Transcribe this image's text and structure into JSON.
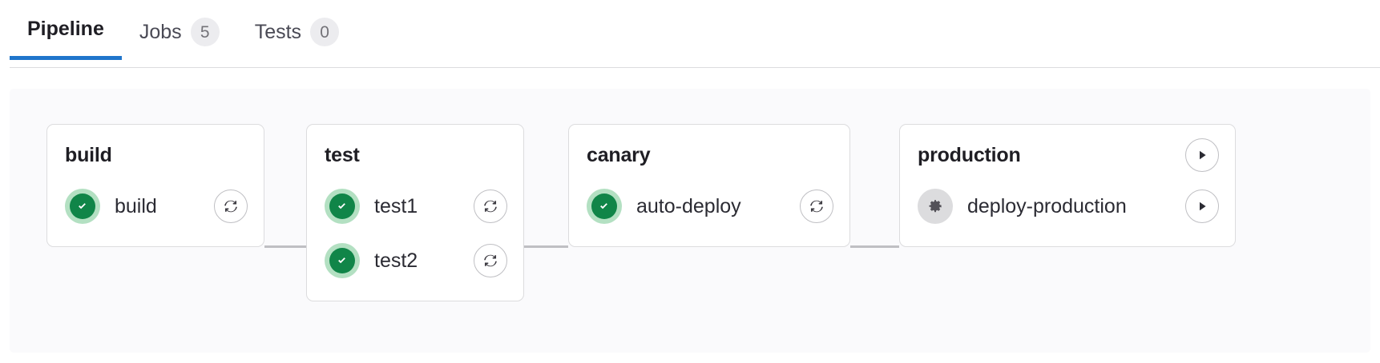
{
  "tabs": [
    {
      "label": "Pipeline",
      "badge": null,
      "active": true,
      "name": "tab-pipeline"
    },
    {
      "label": "Jobs",
      "badge": "5",
      "active": false,
      "name": "tab-jobs"
    },
    {
      "label": "Tests",
      "badge": "0",
      "active": false,
      "name": "tab-tests"
    }
  ],
  "colors": {
    "accent": "#1f75cb",
    "success": "#108548",
    "success_halo": "#b3e0c2",
    "manual": "#dcdcde",
    "canvas": "#fafafc",
    "border": "#dcdcde",
    "connector": "#bfbfc3",
    "text": "#1f1e24"
  },
  "pipeline": {
    "stages": [
      {
        "name": "build",
        "title": "build",
        "header_action": null,
        "jobs": [
          {
            "name": "build",
            "label": "build",
            "status": "success",
            "status_icon": "check-circle-icon",
            "action": "retry",
            "action_icon": "retry-icon"
          }
        ]
      },
      {
        "name": "test",
        "title": "test",
        "header_action": null,
        "jobs": [
          {
            "name": "test1",
            "label": "test1",
            "status": "success",
            "status_icon": "check-circle-icon",
            "action": "retry",
            "action_icon": "retry-icon"
          },
          {
            "name": "test2",
            "label": "test2",
            "status": "success",
            "status_icon": "check-circle-icon",
            "action": "retry",
            "action_icon": "retry-icon"
          }
        ]
      },
      {
        "name": "canary",
        "title": "canary",
        "header_action": null,
        "jobs": [
          {
            "name": "auto-deploy",
            "label": "auto-deploy",
            "status": "success",
            "status_icon": "check-circle-icon",
            "action": "retry",
            "action_icon": "retry-icon"
          }
        ]
      },
      {
        "name": "production",
        "title": "production",
        "header_action": {
          "type": "play",
          "icon": "play-icon"
        },
        "jobs": [
          {
            "name": "deploy-production",
            "label": "deploy-production",
            "status": "manual",
            "status_icon": "gear-icon",
            "action": "play",
            "action_icon": "play-icon"
          }
        ]
      }
    ]
  }
}
